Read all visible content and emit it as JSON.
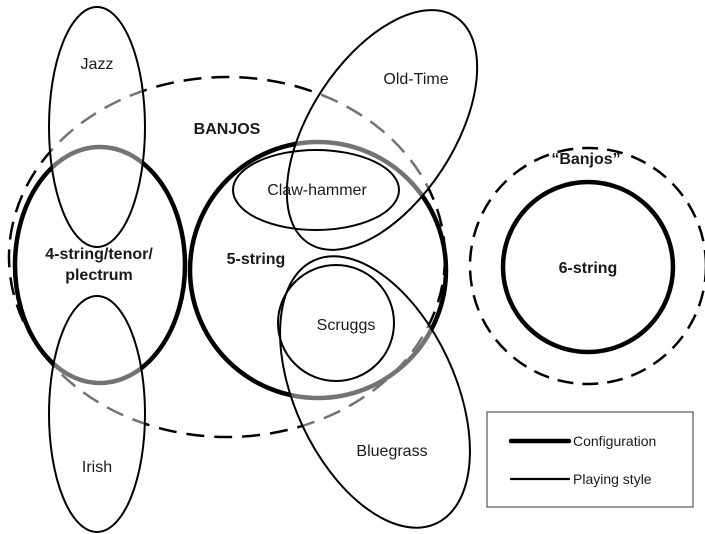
{
  "diagram": {
    "title": "BANJOS",
    "related_group_title": "“Banjos”",
    "configurations": [
      {
        "id": "four-string",
        "label_lines": [
          "4-string/tenor/",
          "plectrum"
        ]
      },
      {
        "id": "five-string",
        "label": "5-string"
      },
      {
        "id": "six-string",
        "label": "6-string"
      }
    ],
    "playing_styles": [
      {
        "id": "jazz",
        "label": "Jazz"
      },
      {
        "id": "irish",
        "label": "Irish"
      },
      {
        "id": "old-time",
        "label": "Old-Time"
      },
      {
        "id": "claw-hammer",
        "label": "Claw-hammer"
      },
      {
        "id": "scruggs",
        "label": "Scruggs"
      },
      {
        "id": "bluegrass",
        "label": "Bluegrass"
      }
    ],
    "legend": {
      "items": [
        {
          "label": "Configuration",
          "line": "thick"
        },
        {
          "label": "Playing style",
          "line": "thin"
        }
      ]
    },
    "colors": {
      "stroke": "#000000",
      "overlap_gray": "#8c8c8c",
      "background": "#ffffff"
    }
  }
}
